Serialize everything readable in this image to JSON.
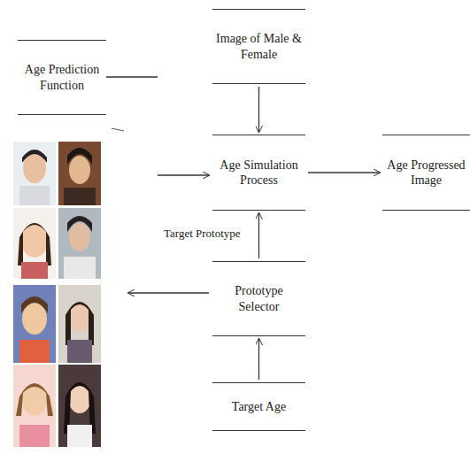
{
  "diagram": {
    "nodes": [
      {
        "text": [
          "Age Prediction Function"
        ]
      },
      {
        "text": [
          "Image of Male & Female"
        ]
      },
      {
        "text": [
          "Age Simulation Process"
        ]
      },
      {
        "text": [
          "Age Progressed Image"
        ]
      },
      {
        "text": [
          "Prototype Selector"
        ]
      },
      {
        "text": [
          "Target Age"
        ]
      }
    ],
    "edges": [
      {
        "from": 1,
        "to": 2,
        "arrow": "to"
      },
      {
        "from": 2,
        "to": 3,
        "arrow": "to"
      },
      {
        "from": 5,
        "to": 4,
        "arrow": "to"
      },
      {
        "from": 4,
        "to": 2,
        "arrow": "to"
      }
    ],
    "labels": [
      "Target Prototype"
    ]
  }
}
